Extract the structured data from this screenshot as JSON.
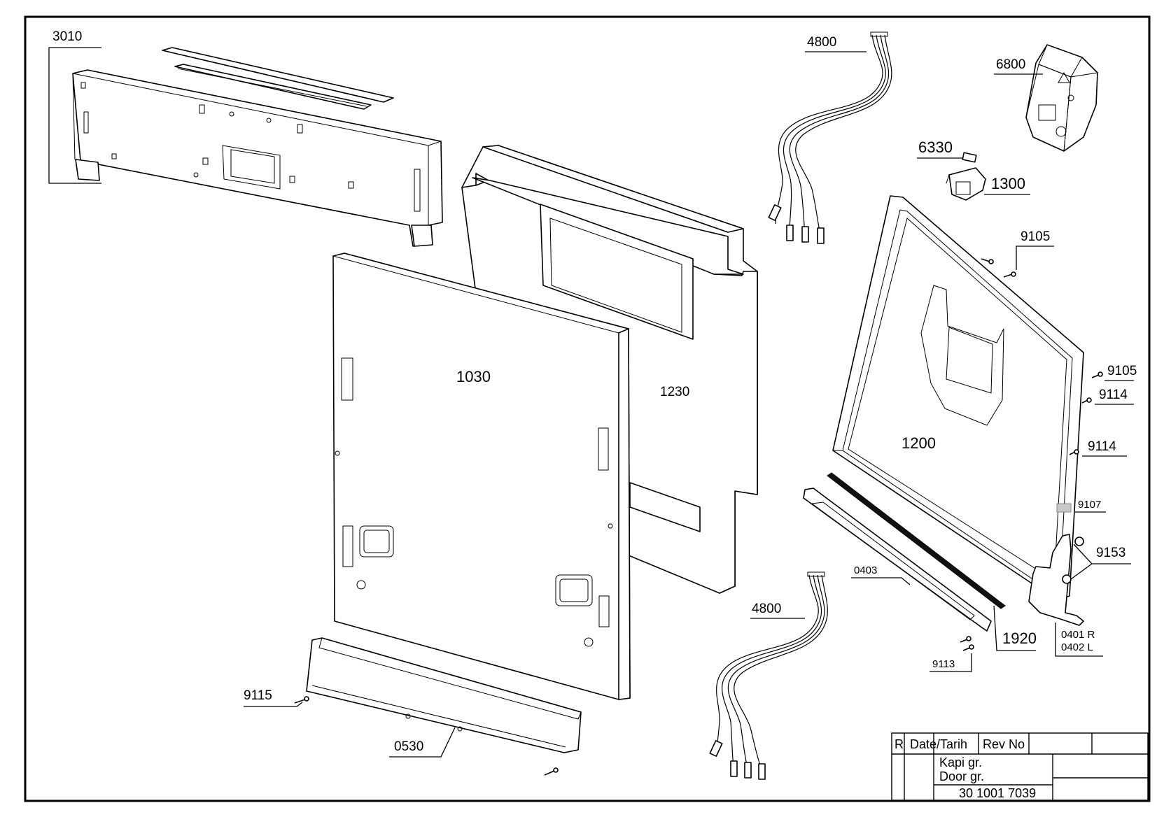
{
  "parts": {
    "p3010": "3010",
    "p4800_top": "4800",
    "p6800": "6800",
    "p6330": "6330",
    "p1300": "1300",
    "p9105_top": "9105",
    "p1030": "1030",
    "p1230": "1230",
    "p1200": "1200",
    "p9105_right": "9105",
    "p9114_a": "9114",
    "p9114_b": "9114",
    "p9107": "9107",
    "p9153": "9153",
    "p0403": "0403",
    "p4800_bottom": "4800",
    "p1920": "1920",
    "p0401": "0401 R",
    "p0402": "0402 L",
    "p9113": "9113",
    "p9115": "9115",
    "p0530": "0530"
  },
  "title_block": {
    "col_r": "R",
    "col_date": "Date/Tarih",
    "col_rev": "Rev No",
    "title_tr": "Kapi gr.",
    "title_en": "Door gr.",
    "drawing_no": "30 1001 7039"
  }
}
